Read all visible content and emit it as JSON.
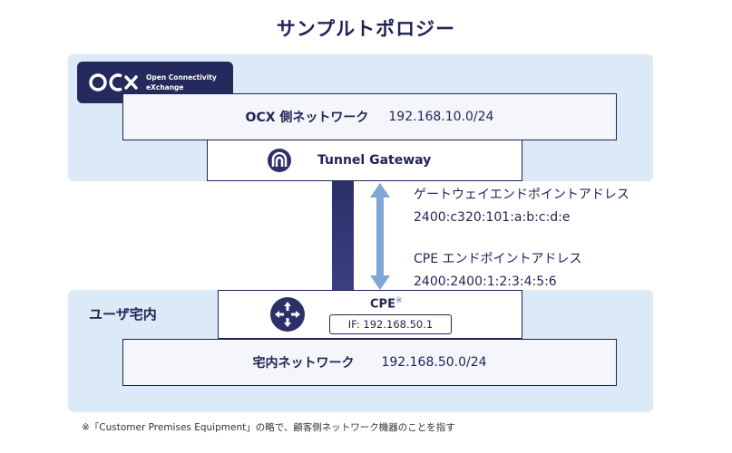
{
  "title": "サンプルトポロジー",
  "logo": {
    "mark": "OCX",
    "line1": "Open Connectivity",
    "line2": "eXchange"
  },
  "ocx_network": {
    "label": "OCX 側ネットワーク",
    "subnet": "192.168.10.0/24"
  },
  "tunnel_gateway": {
    "label": "Tunnel Gateway"
  },
  "gateway_endpoint": {
    "label": "ゲートウェイエンドポイントアドレス",
    "address": "2400:c320:101:a:b:c:d:e"
  },
  "cpe_endpoint": {
    "label": "CPE エンドポイントアドレス",
    "address": "2400:2400:1:2:3:4:5:6"
  },
  "user_premises": {
    "label": "ユーザ宅内"
  },
  "cpe": {
    "label": "CPE",
    "mark": "※",
    "interface": "IF: 192.168.50.1"
  },
  "home_network": {
    "label": "宅内ネットワーク",
    "subnet": "192.168.50.0/24"
  },
  "footnote": "※「Customer Premises Equipment」の略で、顧客側ネットワーク機器のことを指す",
  "colors": {
    "navy": "#1f2456",
    "zone": "#dce9f6",
    "tunnel": "#2b3068",
    "arrow": "#7fa6d6"
  },
  "icons": [
    "ocx-logo-icon",
    "tunnel-gateway-icon",
    "router-icon",
    "double-arrow-icon"
  ]
}
